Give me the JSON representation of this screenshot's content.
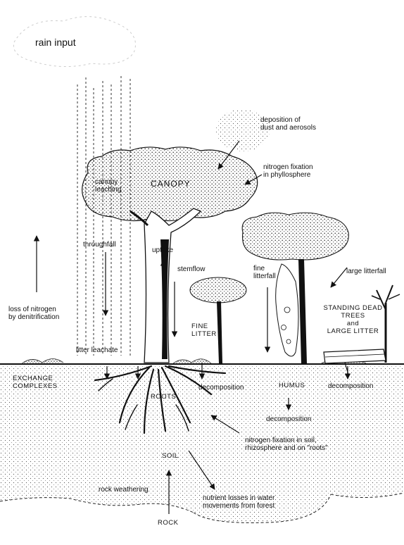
{
  "labels": {
    "rain_input": "rain input",
    "deposition": "deposition of\ndust and aerosols",
    "fixation_phyllo": "nitrogen fixation\nin phyllosphere",
    "canopy_leaching": "canopy\nleaching",
    "canopy": "CANOPY",
    "throughfall": "throughfall",
    "uptake": "uptake",
    "stemflow": "stemflow",
    "fine_litterfall": "fine\nlitterfall",
    "large_litterfall": "large litterfall",
    "standing_dead": "STANDING DEAD\nTREES\nand\nLARGE LITTER",
    "loss_nitrogen": "loss of nitrogen\nby denitrification",
    "fine_litter": "FINE\nLITTER",
    "litter_leachate": "litter leachate",
    "exchange_complexes": "EXCHANGE\nCOMPLEXES",
    "roots": "ROOTS",
    "decomposition_1": "decomposition",
    "humus": "HUMUS",
    "decomposition_2": "decomposition",
    "decomposition_3": "decomposition",
    "fixation_soil": "nitrogen fixation in soil,\nrhizosphere and on \"roots\"",
    "soil": "SOIL",
    "rock_weathering": "rock weathering",
    "nutrient_losses": "nutrient losses in water\nmovements from forest",
    "rock": "ROCK"
  }
}
